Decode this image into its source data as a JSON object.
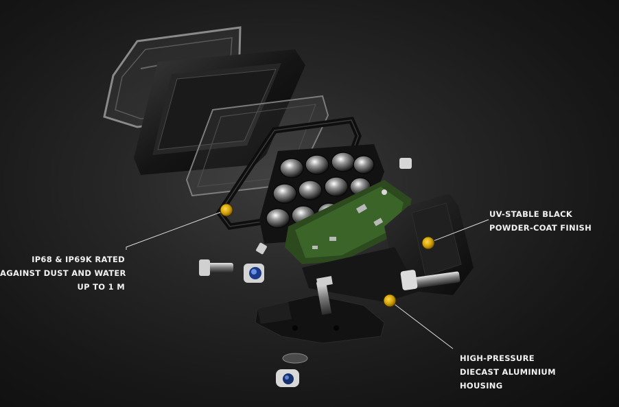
{
  "callouts": {
    "ip_rating": {
      "lines": [
        "IP68 & IP69K RATED",
        "AGAINST DUST AND WATER",
        "UP TO 1 M"
      ]
    },
    "finish": {
      "lines": [
        "UV-STABLE BLACK",
        "POWDER-COAT FINISH"
      ]
    },
    "housing": {
      "lines": [
        "HIGH-PRESSURE",
        "DIECAST ALUMINIUM",
        "HOUSING"
      ]
    }
  },
  "colors": {
    "accent_marker": "#d4a20c",
    "leader_line": "#e0e0e0",
    "label_text": "#f2f2f2",
    "background": "#1e1e1e"
  }
}
